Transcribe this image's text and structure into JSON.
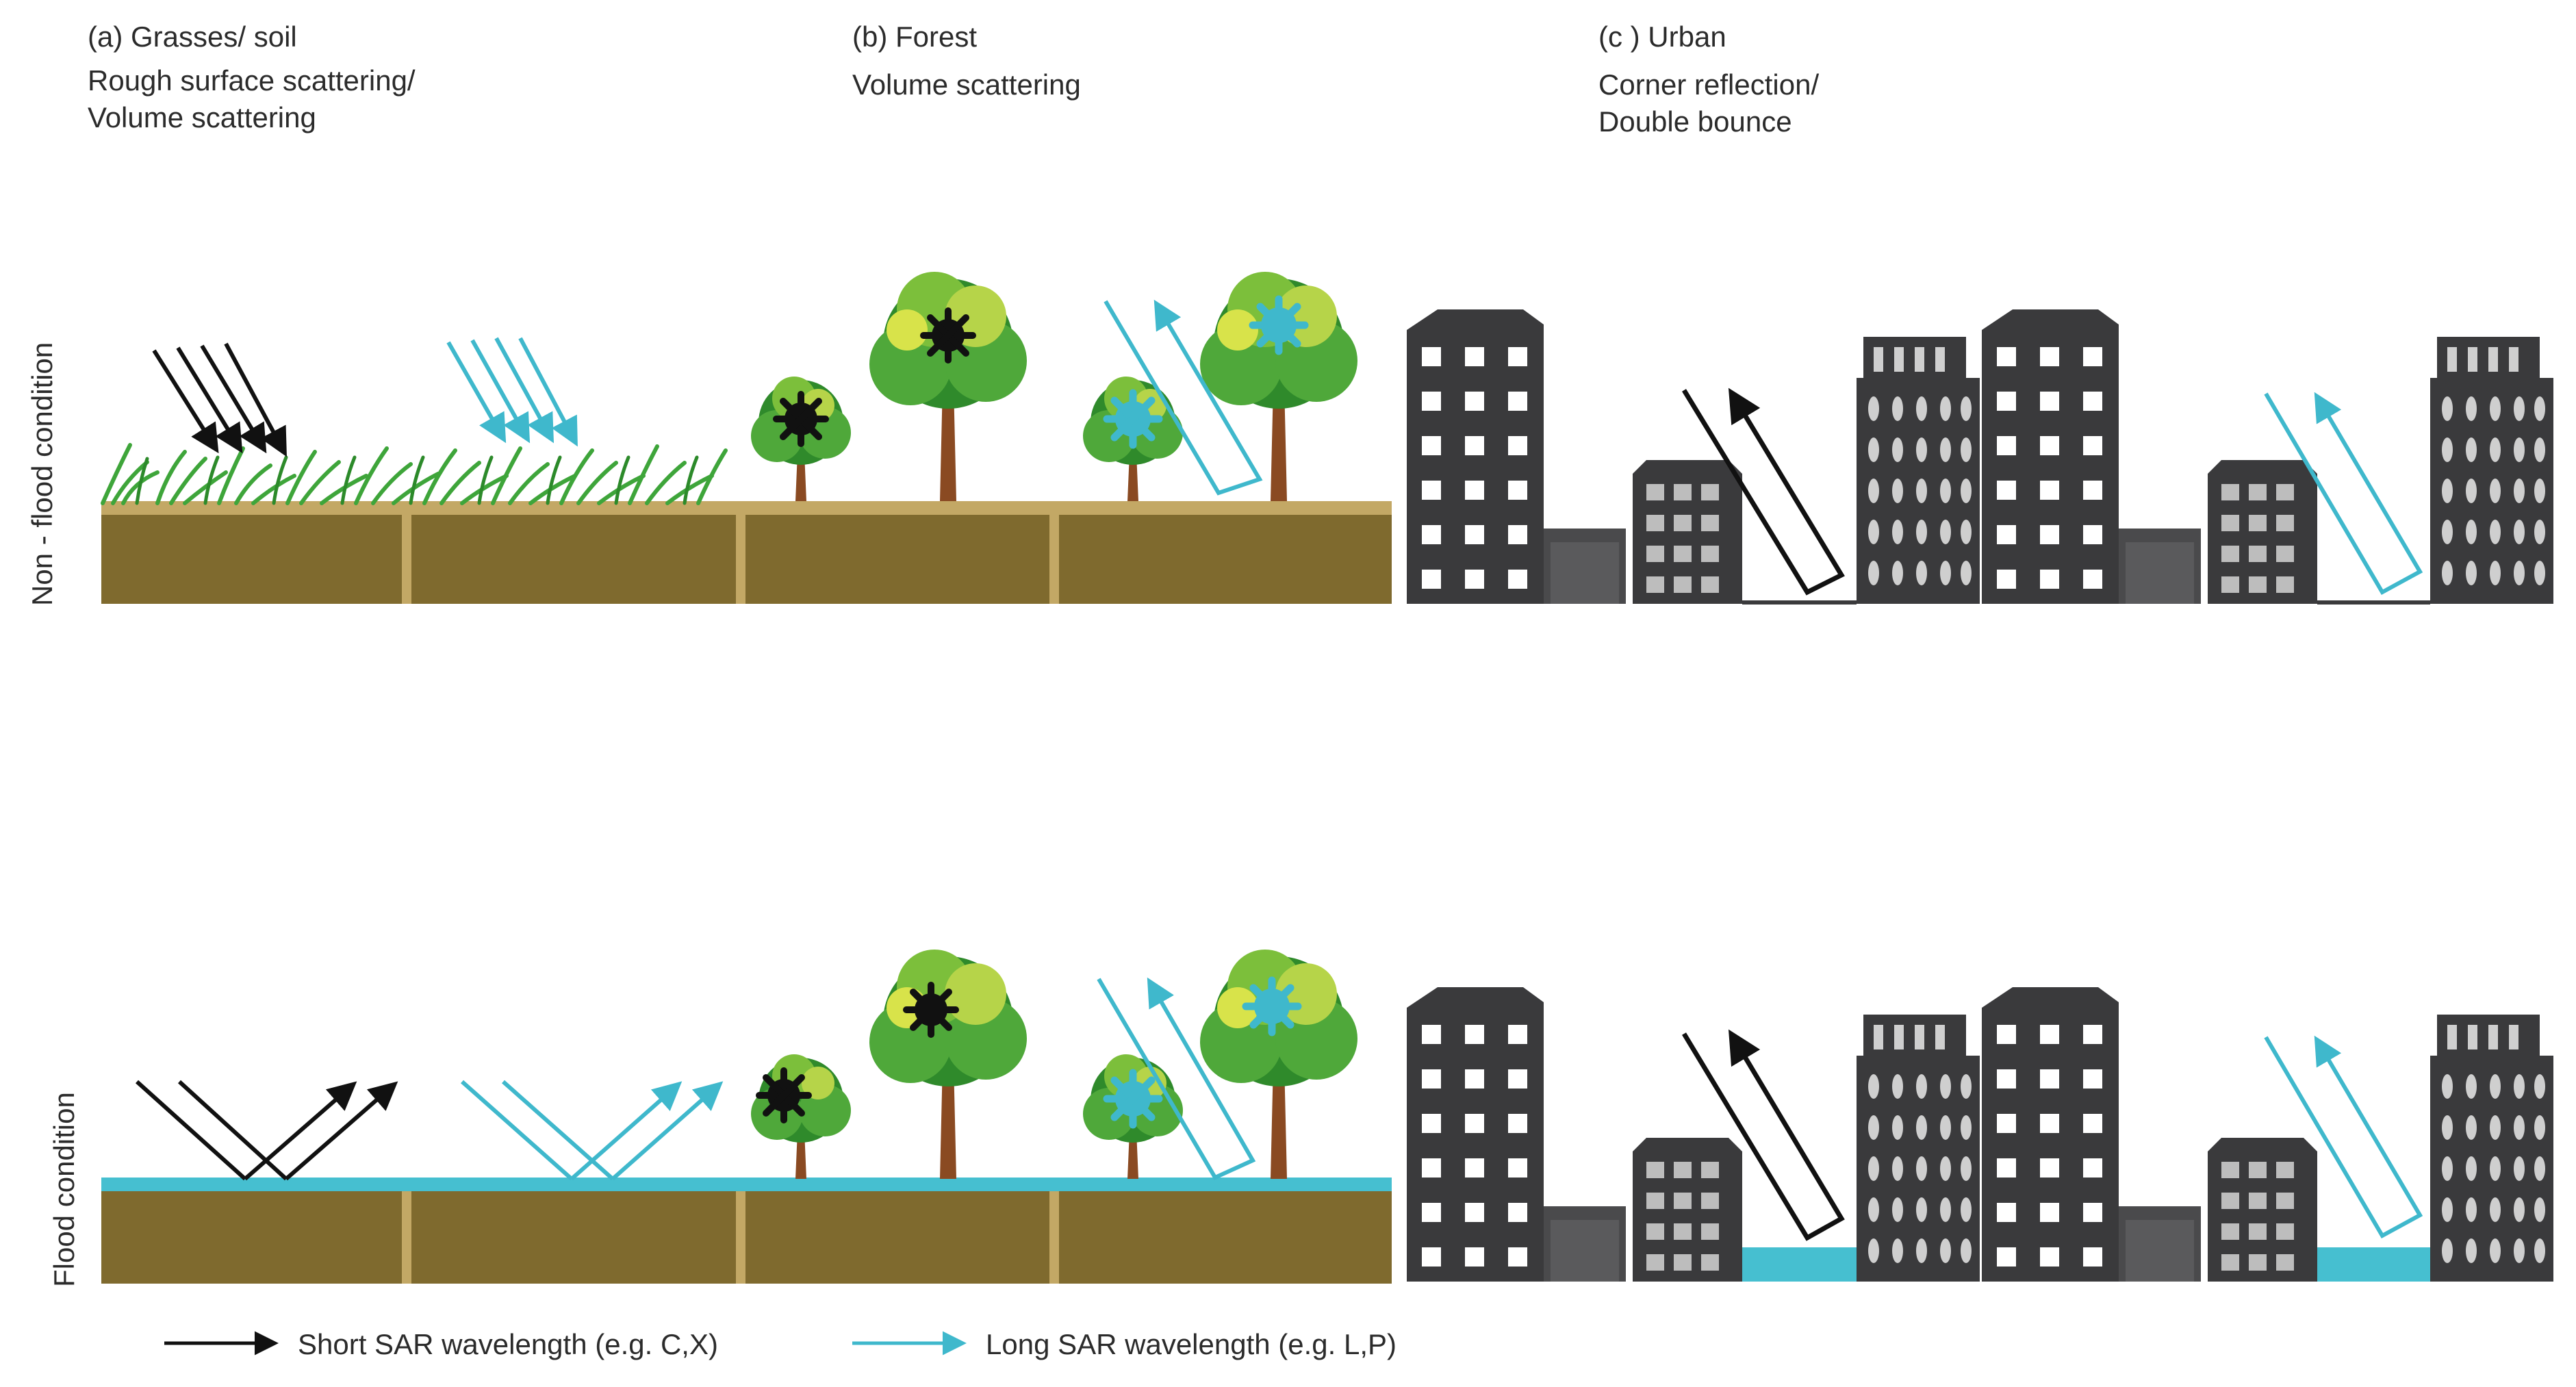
{
  "headers": {
    "a": {
      "title": "(a) Grasses/ soil",
      "line1": "Rough surface scattering/",
      "line2": "Volume scattering"
    },
    "b": {
      "title": "(b) Forest",
      "line1": "Volume scattering"
    },
    "c": {
      "title": "(c )  Urban",
      "line1": "Corner reflection/",
      "line2": "Double bounce"
    }
  },
  "rows": {
    "top": "Non - flood condition",
    "bottom": "Flood condition"
  },
  "legend": {
    "short": "Short SAR wavelength (e.g. C,X)",
    "long": "Long SAR wavelength (e.g. L,P)"
  },
  "colors": {
    "short_wave": "#111111",
    "long_wave": "#3fb8cc",
    "soil": "#7f6a2e",
    "soil_top": "#c3a865",
    "water": "#46bfd0",
    "building": "#3a3a3c",
    "window": "#ffffff",
    "grass": "#3ea53a",
    "canopy": "#4fa83a",
    "trunk": "#8a4a22"
  },
  "icons": [
    "grass-icon",
    "tree-icon",
    "building-icon",
    "sar-arrow-icon"
  ]
}
